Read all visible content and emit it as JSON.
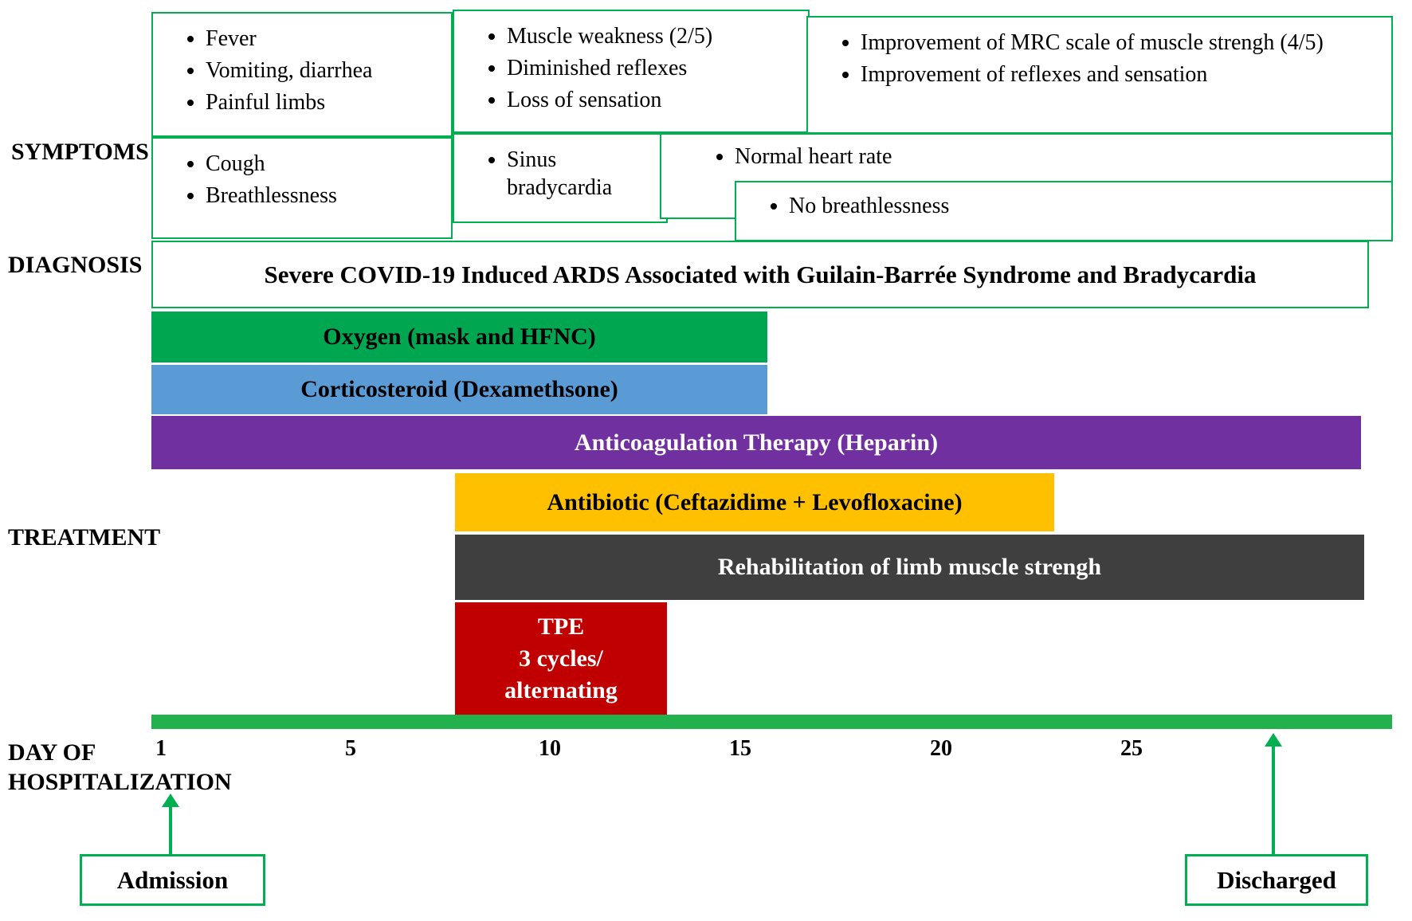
{
  "labels": {
    "symptoms": "SYMPTOMS",
    "diagnosis": "DIAGNOSIS",
    "treatment": "TREATMENT",
    "day_axis": "DAY OF\nHOSPITALIZATION"
  },
  "symptoms": {
    "box1": {
      "items": [
        "Fever",
        "Vomiting, diarrhea",
        "Painful limbs"
      ]
    },
    "box2": {
      "items": [
        "Muscle weakness (2/5)",
        "Diminished reflexes",
        "Loss of sensation"
      ]
    },
    "box3": {
      "items": [
        "Improvement of MRC scale of muscle strengh (4/5)",
        "Improvement of reflexes and sensation"
      ]
    },
    "box4": {
      "items": [
        "Cough",
        "Breathlessness"
      ]
    },
    "box5": {
      "items": [
        "Sinus bradycardia"
      ]
    },
    "box6": {
      "items": [
        "Normal heart rate"
      ]
    },
    "box7": {
      "items": [
        "No breathlessness"
      ]
    }
  },
  "diagnosis": {
    "text": "Severe COVID-19 Induced ARDS Associated with Guilain-Barrée Syndrome and Bradycardia"
  },
  "treatment": {
    "bars": [
      {
        "label": "Oxygen (mask and HFNC)",
        "color": "#00A650"
      },
      {
        "label": "Corticosteroid (Dexamethsone)",
        "color": "#5B9BD5"
      },
      {
        "label": "Anticoagulation Therapy (Heparin)",
        "color": "#7030A0"
      },
      {
        "label": "Antibiotic (Ceftazidime + Levofloxacine)",
        "color": "#FFC000"
      },
      {
        "label": "Rehabilitation of limb muscle strengh",
        "color": "#3F3F3F"
      }
    ],
    "tpe": {
      "lines": [
        "TPE",
        "3 cycles/",
        "alternating"
      ],
      "color": "#C00000"
    }
  },
  "timeline": {
    "tick_labels": [
      "1",
      "5",
      "10",
      "15",
      "20",
      "25"
    ],
    "start_label": "Admission",
    "end_label": "Discharged"
  },
  "colors": {
    "box_border": "#00B050",
    "timeline_bar": "#22B14C",
    "arrow": "#00B050"
  }
}
